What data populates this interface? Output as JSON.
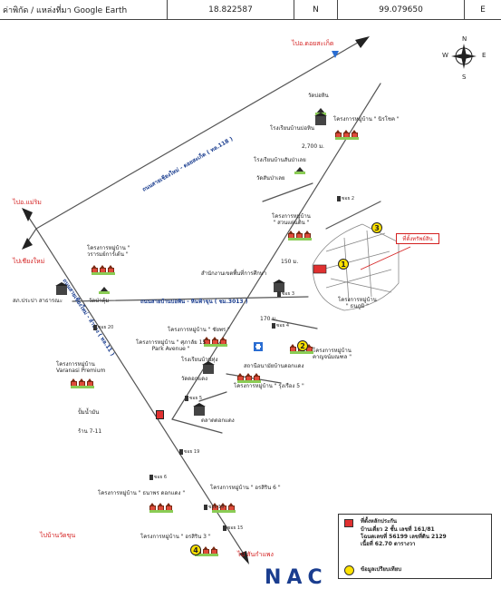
{
  "header": {
    "label": "ค่าพิกัด / แหล่งที่มา Google Earth",
    "latitude": "18.822587",
    "lat_dir": "N",
    "longitude": "99.079650",
    "lon_dir": "E"
  },
  "compass": {
    "n": "N",
    "s": "S",
    "e": "E",
    "w": "W"
  },
  "destinations": {
    "doi_saket": "ไปอ.ดอยสะเก็ด",
    "mae_rim": "ไปอ.แม่ริม",
    "chiang_mai": "ไปเชียงใหม่",
    "san_pa_tong": "ไปบ้านวัดขุน",
    "san_kamphaeng": "ไป สันกำแพง"
  },
  "roads": {
    "road_1": "ถนนสายเชียงใหม่ - ดอยสะเก็ด ( ทล.118 )",
    "road_2": "ถนนสายเชียงใหม่ - ลำปาง ( ทล.11 )",
    "road_3": "ถนนสายบ้านบ่อพิน - หินฟ้าขุน ( ชม.3013 )"
  },
  "distances": {
    "d1": "2,700 ม.",
    "d2": "150 ม.",
    "d3": "170 ม."
  },
  "places": {
    "wat_bo_hin": "วัดบ่อหิน",
    "school_bo_hin": "โรงเรียนบ้านบ่อหิน",
    "proj_niraak": "โครงการหมู่บ้าน \" นิรโชค \"",
    "school_san_pa_loei": "โรงเรียนบ้านสันป่าเลย",
    "wat_san_pa_loei": "วัดสันป่าเลย",
    "proj_kamphaeng": "โครงการหมู่บ้าน\n\" สวนแผ่นดิน \"",
    "health_office": "สำนักงานเขตพื้นที่การศึกษา",
    "proj_target": "โครงการหมู่บ้าน\n\" ธนภูมิ \"",
    "proj_wararom": "โครงการหมู่บ้าน \"\nวรารมย์การ์เด้น \"",
    "police_office": "สภ.ประปา สาธารณะ",
    "wat_mae": "วัดป่าตุ้ม",
    "proj_chaiyaporn": "โครงการหมู่บ้าน \" ชัยพร \"",
    "proj_park": "โครงการหมู่บ้าน \" ศุภาลัย 15\nPark Avenue \"",
    "proj_karn": "โครงการหมู่บ้าน\nคาญจน์มณฑล \"",
    "hospital": "สถานีอนามัยบ้านดอกแดง",
    "school_tamban": "โรงเรียนบ้านทุ่ง",
    "wat_tamban": "วัดดอกแดง",
    "proj_rungrueng": "โครงการหมู่บ้าน \" รุ่งเรือง 5 \"",
    "proj_varasa": "โครงการหมู่บ้าน\nVaranasi Premium",
    "market": "ตลาดดอกแดง",
    "gas_station": "ปั้มน้ำมัน",
    "shop_711": "ร้าน 7-11",
    "proj_trust": "โครงการหมู่บ้าน \" ธนาพร ดอกแดง \"",
    "proj_sirin6": "โครงการหมู่บ้าน \" อรสิริน 6 \"",
    "proj_sirin3": "โครงการหมู่บ้าน \" อรสิริน 3 \""
  },
  "km_markers": {
    "m2": "ซอย 2",
    "m3": "ซอย 3",
    "m4": "ซอย 4",
    "m5": "ซอย 5",
    "m20": "ซอย 20",
    "m19": "ซอย 19",
    "m16": "ซอย 16",
    "m15": "ซอย 15",
    "m6": "ซอย 6"
  },
  "callout": "ที่ตั้งทรัพย์สิน",
  "pins": [
    "1",
    "2",
    "3",
    "4"
  ],
  "legend": {
    "item1": "ที่ตั้งหลักประกัน",
    "item1_detail": "บ้านเดี่ยว 2 ชั้น เลขที่ 161/81\nโฉนดเลขที่ 56199 เลขที่ดิน 2129\nเนื้อที่ 62.70 ตารางวา",
    "item2": "ข้อมูลเปรียบเทียบ"
  },
  "logo": "NAC",
  "colors": {
    "road": "#1a3d8f",
    "destination": "#d42020",
    "pin": "#ffe300",
    "marker": "#e03030"
  }
}
